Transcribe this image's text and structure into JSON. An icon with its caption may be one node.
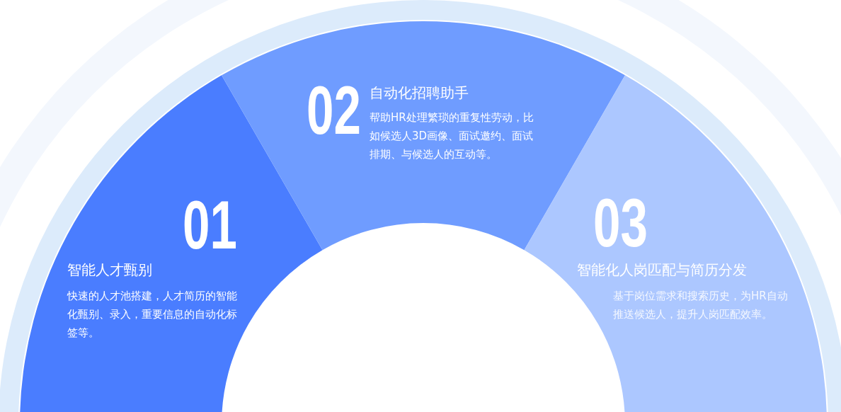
{
  "diagram": {
    "nodes": [
      {
        "text": [
          "01",
          "智能人才甄别",
          "快速的人才池搭建，人才简历的智能化甄别、录入，重要信息的自动化标签等。"
        ]
      },
      {
        "text": [
          "02",
          "自动化招聘助手",
          "帮助HR处理繁琐的重复性劳动，比如候选人3D画像、面试邀约、面试排期、与候选人的互动等。"
        ]
      },
      {
        "text": [
          "03",
          "智能化人岗匹配与简历分发",
          "基于岗位需求和搜索历史，为HR自动推送候选人，提升人岗匹配效率。"
        ]
      }
    ]
  }
}
